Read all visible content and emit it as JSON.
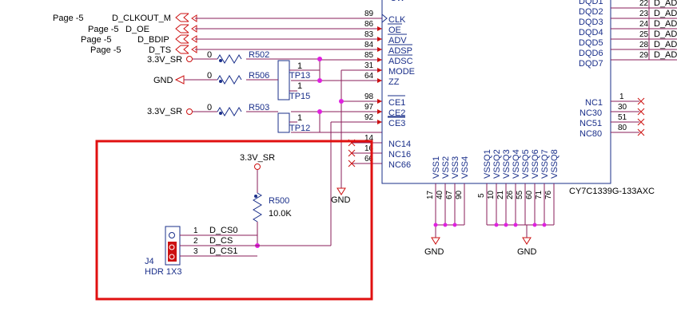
{
  "colors": {
    "wire": "#8a1d5a",
    "part": "#1a2f8a",
    "power": "#cc1111",
    "junction": "#e020e0",
    "highlight": "#e01010"
  },
  "off_page": [
    {
      "page": "Page -5",
      "net": "D_CLKOUT_M"
    },
    {
      "page": "Page -5",
      "net": "D_OE"
    },
    {
      "page": "Page -5",
      "net": "D_BDIP"
    },
    {
      "page": "Page -5",
      "net": "D_TS"
    }
  ],
  "chip_left_pins": [
    {
      "num": "89",
      "name": "CLK"
    },
    {
      "num": "86",
      "name": "OE"
    },
    {
      "num": "83",
      "name": "ADV"
    },
    {
      "num": "84",
      "name": "ADSP"
    },
    {
      "num": "85",
      "name": "ADSC"
    },
    {
      "num": "31",
      "name": "MODE"
    },
    {
      "num": "64",
      "name": "ZZ"
    },
    {
      "num": "98",
      "name": "CE1"
    },
    {
      "num": "97",
      "name": "CE2"
    },
    {
      "num": "92",
      "name": "CE3"
    },
    {
      "num": "14",
      "name": "NC14"
    },
    {
      "num": "16",
      "name": "NC16"
    },
    {
      "num": "66",
      "name": "NC66"
    }
  ],
  "chip_top_text": "CW",
  "chip_right_dq": [
    {
      "name": "DQD1",
      "num": "22",
      "net": "D_AD"
    },
    {
      "name": "DQD2",
      "num": "23",
      "net": "D_AD"
    },
    {
      "name": "DQD3",
      "num": "24",
      "net": "D_AD"
    },
    {
      "name": "DQD4",
      "num": "25",
      "net": "D_AD"
    },
    {
      "name": "DQD5",
      "num": "28",
      "net": "D_AD"
    },
    {
      "name": "DQD6",
      "num": "29",
      "net": "D_AD"
    },
    {
      "name": "DQD7",
      "num": "",
      "net": ""
    }
  ],
  "chip_right_nc": [
    {
      "name": "NC1",
      "num": "1"
    },
    {
      "name": "NC30",
      "num": "30"
    },
    {
      "name": "NC51",
      "num": "51"
    },
    {
      "name": "NC80",
      "num": "80"
    }
  ],
  "vss_pins": [
    {
      "name": "VSS1",
      "num": "17"
    },
    {
      "name": "VSS2",
      "num": "40"
    },
    {
      "name": "VSS3",
      "num": "67"
    },
    {
      "name": "VSS4",
      "num": "90"
    }
  ],
  "vssq_pins": [
    {
      "name": "VSSQ1",
      "num": "5"
    },
    {
      "name": "VSSQ2",
      "num": "10"
    },
    {
      "name": "VSSQ3",
      "num": "21"
    },
    {
      "name": "VSSQ4",
      "num": "26"
    },
    {
      "name": "VSSQ5",
      "num": "55"
    },
    {
      "name": "VSSQ6",
      "num": "60"
    },
    {
      "name": "VSSQ7",
      "num": "71"
    },
    {
      "name": "VSSQ8",
      "num": "76"
    }
  ],
  "chip_part": "CY7C1339G-133AXC",
  "gnd": "GND",
  "vcc": "3.3V_SR",
  "r502": {
    "ref": "R502",
    "val": "0"
  },
  "r506": {
    "ref": "R506",
    "val": "0"
  },
  "r503": {
    "ref": "R503",
    "val": "0"
  },
  "tp13": {
    "ref": "TP13",
    "pin": "1"
  },
  "tp15": {
    "ref": "TP15",
    "pin": "1"
  },
  "tp12": {
    "ref": "TP12",
    "pin": "1"
  },
  "r500": {
    "ref": "R500",
    "val": "10.0K"
  },
  "j4": {
    "ref": "J4",
    "type": "HDR 1X3",
    "pins": [
      {
        "num": "1",
        "net": "D_CS0"
      },
      {
        "num": "2",
        "net": "D_CS"
      },
      {
        "num": "3",
        "net": "D_CS1"
      }
    ]
  }
}
